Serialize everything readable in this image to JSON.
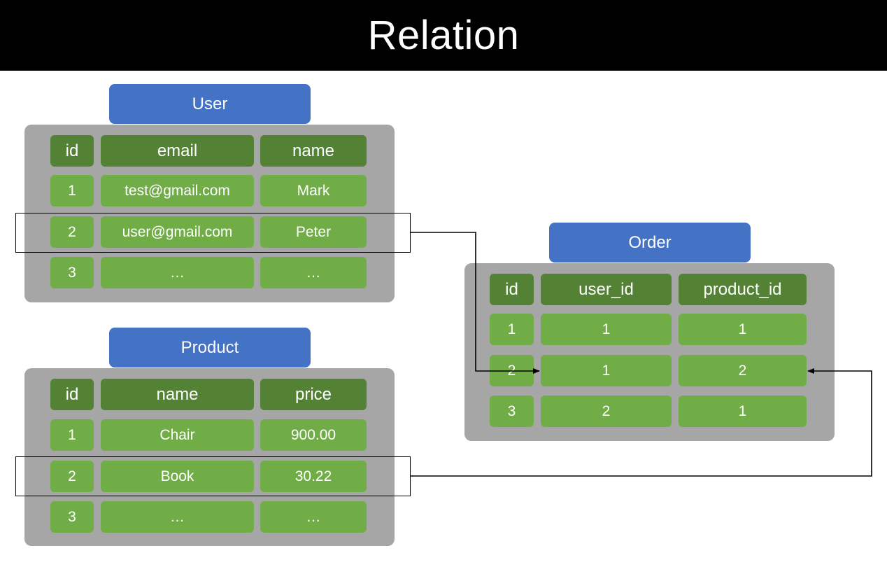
{
  "title": "Relation",
  "tables": {
    "user": {
      "title": "User",
      "headers": [
        "id",
        "email",
        "name"
      ],
      "rows": [
        [
          "1",
          "test@gmail.com",
          "Mark"
        ],
        [
          "2",
          "user@gmail.com",
          "Peter"
        ],
        [
          "3",
          "…",
          "…"
        ]
      ]
    },
    "product": {
      "title": "Product",
      "headers": [
        "id",
        "name",
        "price"
      ],
      "rows": [
        [
          "1",
          "Chair",
          "900.00"
        ],
        [
          "2",
          "Book",
          "30.22"
        ],
        [
          "3",
          "…",
          "…"
        ]
      ]
    },
    "order": {
      "title": "Order",
      "headers": [
        "id",
        "user_id",
        "product_id"
      ],
      "rows": [
        [
          "1",
          "1",
          "1"
        ],
        [
          "2",
          "1",
          "2"
        ],
        [
          "3",
          "2",
          "1"
        ]
      ]
    }
  },
  "colors": {
    "title_bar": "#000000",
    "table_title": "#4472c4",
    "panel": "#a6a6a6",
    "header_cell": "#548235",
    "data_cell": "#70ad47",
    "text": "#ffffff",
    "connector": "#000000"
  }
}
